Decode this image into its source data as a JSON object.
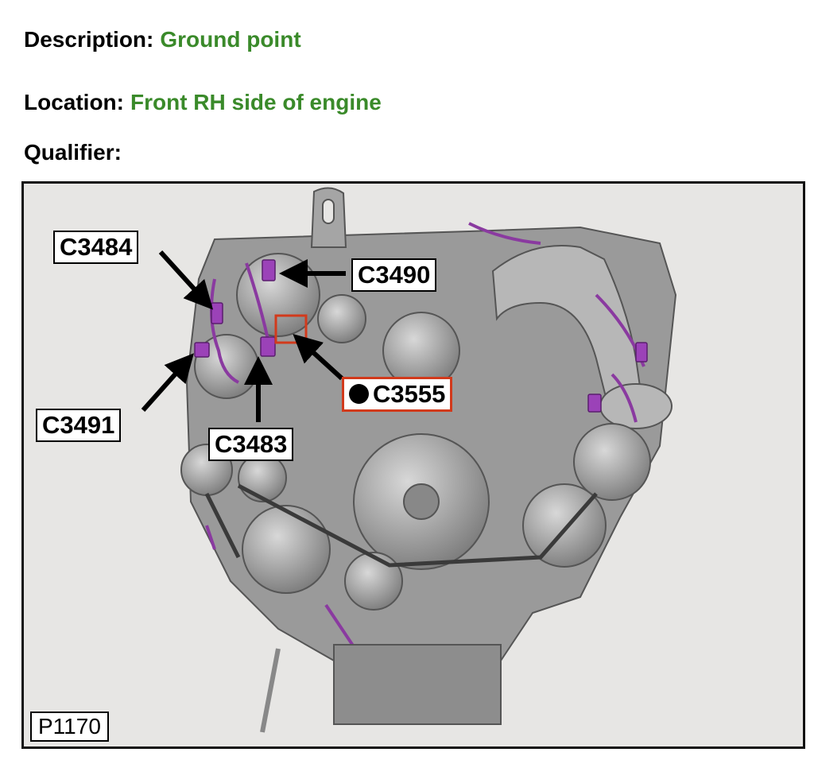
{
  "fields": {
    "description": {
      "label": "Description:",
      "value": "Ground point"
    },
    "location": {
      "label": "Location:",
      "value": "Front RH side of engine"
    },
    "qualifier": {
      "label": "Qualifier:",
      "value": ""
    }
  },
  "figure": {
    "id": "P1170",
    "callouts": {
      "c3484": "C3484",
      "c3490": "C3490",
      "c3555": "C3555",
      "c3491": "C3491",
      "c3483": "C3483"
    },
    "highlighted_callout": "C3555",
    "colors": {
      "harness": "#8a3aa0",
      "highlight": "#d23a1c",
      "value_text": "#3a8a2a",
      "background": "#e7e6e4"
    }
  }
}
